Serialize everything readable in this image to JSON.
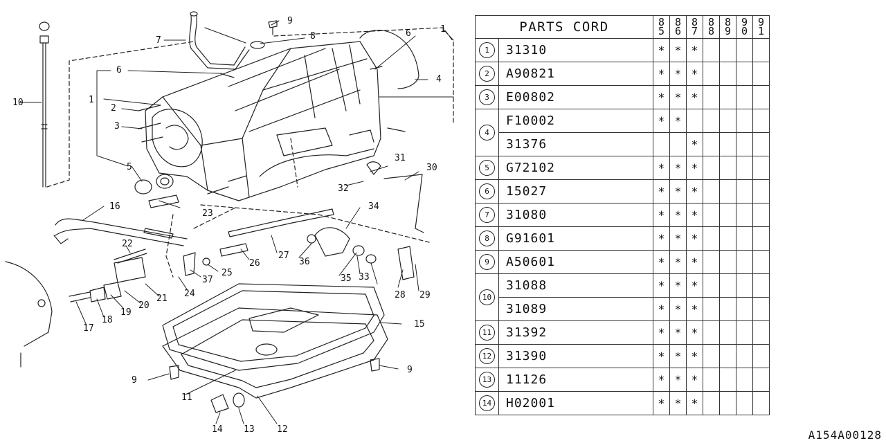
{
  "table": {
    "header": "PARTS CORD",
    "years": [
      [
        "8",
        "5"
      ],
      [
        "8",
        "6"
      ],
      [
        "8",
        "7"
      ],
      [
        "8",
        "8"
      ],
      [
        "8",
        "9"
      ],
      [
        "9",
        "0"
      ],
      [
        "9",
        "1"
      ]
    ],
    "rows": [
      {
        "ref": "1",
        "codes": [
          {
            "code": "31310",
            "marks": [
              "*",
              "*",
              "*",
              "",
              "",
              "",
              ""
            ]
          }
        ]
      },
      {
        "ref": "2",
        "codes": [
          {
            "code": "A90821",
            "marks": [
              "*",
              "*",
              "*",
              "",
              "",
              "",
              ""
            ]
          }
        ]
      },
      {
        "ref": "3",
        "codes": [
          {
            "code": "E00802",
            "marks": [
              "*",
              "*",
              "*",
              "",
              "",
              "",
              ""
            ]
          }
        ]
      },
      {
        "ref": "4",
        "codes": [
          {
            "code": "F10002",
            "marks": [
              "*",
              "*",
              "",
              "",
              "",
              "",
              ""
            ]
          },
          {
            "code": "31376",
            "marks": [
              "",
              "",
              "*",
              "",
              "",
              "",
              ""
            ]
          }
        ]
      },
      {
        "ref": "5",
        "codes": [
          {
            "code": "G72102",
            "marks": [
              "*",
              "*",
              "*",
              "",
              "",
              "",
              ""
            ]
          }
        ]
      },
      {
        "ref": "6",
        "codes": [
          {
            "code": "15027",
            "marks": [
              "*",
              "*",
              "*",
              "",
              "",
              "",
              ""
            ]
          }
        ]
      },
      {
        "ref": "7",
        "codes": [
          {
            "code": "31080",
            "marks": [
              "*",
              "*",
              "*",
              "",
              "",
              "",
              ""
            ]
          }
        ]
      },
      {
        "ref": "8",
        "codes": [
          {
            "code": "G91601",
            "marks": [
              "*",
              "*",
              "*",
              "",
              "",
              "",
              ""
            ]
          }
        ]
      },
      {
        "ref": "9",
        "codes": [
          {
            "code": "A50601",
            "marks": [
              "*",
              "*",
              "*",
              "",
              "",
              "",
              ""
            ]
          }
        ]
      },
      {
        "ref": "10",
        "codes": [
          {
            "code": "31088",
            "marks": [
              "*",
              "*",
              "*",
              "",
              "",
              "",
              ""
            ]
          },
          {
            "code": "31089",
            "marks": [
              "*",
              "*",
              "*",
              "",
              "",
              "",
              ""
            ]
          }
        ]
      },
      {
        "ref": "11",
        "codes": [
          {
            "code": "31392",
            "marks": [
              "*",
              "*",
              "*",
              "",
              "",
              "",
              ""
            ]
          }
        ]
      },
      {
        "ref": "12",
        "codes": [
          {
            "code": "31390",
            "marks": [
              "*",
              "*",
              "*",
              "",
              "",
              "",
              ""
            ]
          }
        ]
      },
      {
        "ref": "13",
        "codes": [
          {
            "code": "11126",
            "marks": [
              "*",
              "*",
              "*",
              "",
              "",
              "",
              ""
            ]
          }
        ]
      },
      {
        "ref": "14",
        "codes": [
          {
            "code": "H02001",
            "marks": [
              "*",
              "*",
              "*",
              "",
              "",
              "",
              ""
            ]
          }
        ]
      }
    ]
  },
  "callouts": [
    "1",
    "1",
    "2",
    "3",
    "4",
    "5",
    "6",
    "6",
    "7",
    "8",
    "9",
    "9",
    "9",
    "10",
    "11",
    "12",
    "13",
    "14",
    "15",
    "16",
    "17",
    "18",
    "19",
    "20",
    "21",
    "22",
    "23",
    "24",
    "25",
    "26",
    "27",
    "28",
    "29",
    "30",
    "31",
    "32",
    "33",
    "34",
    "35",
    "36",
    "37"
  ],
  "drawing_id": "A154A00128"
}
